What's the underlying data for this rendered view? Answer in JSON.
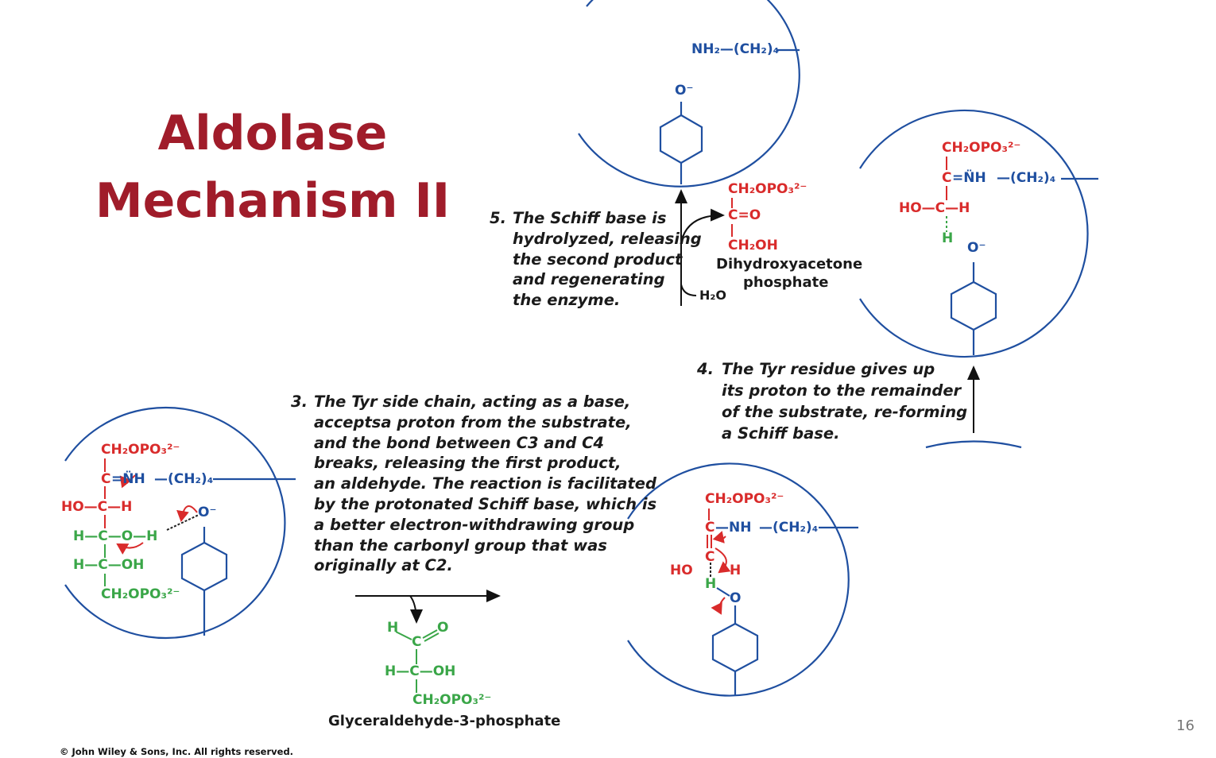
{
  "title": {
    "line1": "Aldolase",
    "line2": "Mechanism II"
  },
  "steps": {
    "step5": {
      "num": "5.",
      "lines": [
        "The Schiff base is",
        "hydrolyzed, releasing",
        "the second product",
        "and regenerating",
        "the enzyme."
      ]
    },
    "step4": {
      "num": "4.",
      "lines": [
        "The Tyr residue gives up",
        "its proton to the remainder",
        "of the substrate, re-forming",
        "a Schiff base."
      ]
    },
    "step3": {
      "num": "3.",
      "lines": [
        "The Tyr side chain, acting as a base,",
        "acceptsa proton from the substrate,",
        "and the bond between C3 and C4",
        "breaks, releasing the first product,",
        "an aldehyde. The reaction is facilitated",
        "by the protonated Schiff base, which is",
        "a better electron-withdrawing group",
        "than the carbonyl group that was",
        "originally at C2."
      ]
    }
  },
  "top_enzyme": {
    "lys": "NH₂—(CH₂)₄",
    "tyr_o": "O⁻"
  },
  "product2": {
    "ch2opo3": "CH₂OPO₃²⁻",
    "co": "C=O",
    "ch2oh": "CH₂OH",
    "name1": "Dihydroxyacetone",
    "name2": "phosphate",
    "water": "H₂O"
  },
  "right_enzyme": {
    "ch2opo3": "CH₂OPO₃²⁻",
    "c": "C",
    "nh": "=N̈H",
    "lys": "—(CH₂)₄",
    "hocH": "HO—C—H",
    "h": "H",
    "tyr_o": "O⁻"
  },
  "left_enzyme": {
    "ch2opo3": "CH₂OPO₃²⁻",
    "c": "C",
    "nh": "=N̈H",
    "lys": "—(CH₂)₄",
    "hoch": "HO—C—H",
    "hcoh": "H—C—O—H",
    "hcoh2": "H—C—OH",
    "ch2opo3b": "CH₂OPO₃²⁻",
    "tyr_o": "O⁻"
  },
  "product1": {
    "h": "H",
    "c": "C",
    "o": "O",
    "hcoh": "H—C—OH",
    "ch2opo3": "CH₂OPO₃²⁻",
    "name": "Glyceraldehyde-3-phosphate"
  },
  "bottom_enzyme": {
    "ch2opo3": "CH₂OPO₃²⁻",
    "c": "C",
    "nh": "—NH",
    "lys": "—(CH₂)₄",
    "ho": "HO",
    "c2": "C",
    "h": "H",
    "hg": "H",
    "tyr_o": "O"
  },
  "footer": {
    "copyright": "© John Wiley & Sons, Inc. All rights reserved.",
    "page": "16"
  },
  "colors": {
    "title": "#a01c2a",
    "enzyme": "#1f4fa0",
    "substrate": "#d92b2b",
    "product": "#3aa648"
  }
}
